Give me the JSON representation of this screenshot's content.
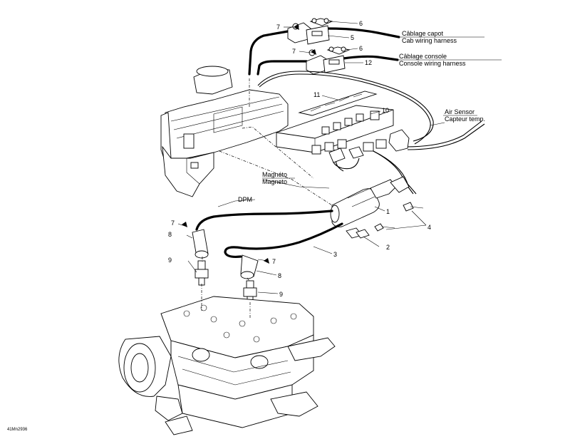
{
  "callouts": {
    "cab_fr": "Câblage capot",
    "cab_en": "Cab wiring harness",
    "console_fr": "Câblage console",
    "console_en": "Console wiring harness",
    "air_en": "Air Sensor",
    "air_fr": "Capteur temp.",
    "magneto_fr": "Magnéto",
    "magneto_en": "Magneto",
    "dpm": "DPM"
  },
  "part_numbers": {
    "p1": "1",
    "p2": "2",
    "p3": "3",
    "p4": "4",
    "p5": "5",
    "p6a": "6",
    "p6b": "6",
    "p7a": "7",
    "p7b": "7",
    "p7c": "7",
    "p7d": "7",
    "p8a": "8",
    "p8b": "8",
    "p9a": "9",
    "p9b": "9",
    "p10": "10",
    "p11": "11",
    "p12": "12"
  },
  "figure_code": "41Mn2936"
}
